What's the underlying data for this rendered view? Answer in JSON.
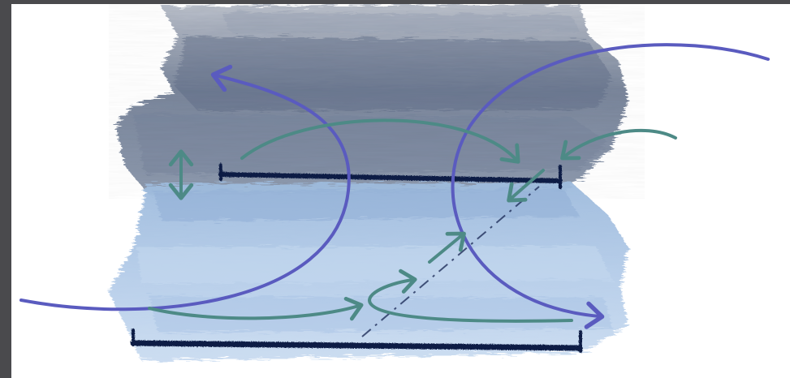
{
  "image": {
    "kind": "hand-painted watercolor sketch",
    "colors": {
      "frame": "#4a4a4d",
      "paper": "#ffffff",
      "sky_wash": "#6f7c93",
      "sky_wash_light": "#9aa4b5",
      "water_wash": "#a9c3e2",
      "water_wash_light": "#c8daf0",
      "stroke_dark": "#0f1d45",
      "arrow_blue": "#5a5bbf",
      "arrow_teal": "#4d8a86"
    },
    "elements": [
      "upper-gray-wash",
      "lower-blue-wash",
      "upper-dark-line",
      "lower-dark-line",
      "dashed-diagonal",
      "large-blue-arc-left",
      "large-blue-arc-right",
      "teal-arrows"
    ]
  }
}
